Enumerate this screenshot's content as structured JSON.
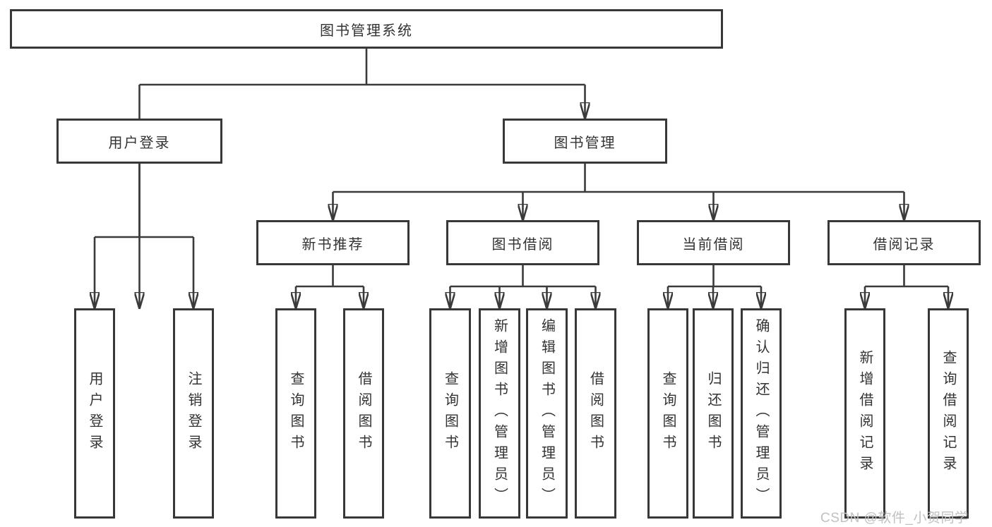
{
  "diagram": {
    "root": {
      "label": "图书管理系统"
    },
    "branches": [
      {
        "label": "用户登录"
      },
      {
        "label": "图书管理"
      }
    ],
    "modules": [
      {
        "label": "新书推荐"
      },
      {
        "label": "图书借阅"
      },
      {
        "label": "当前借阅"
      },
      {
        "label": "借阅记录"
      }
    ],
    "leaves": {
      "login": [
        {
          "label": "用户登录"
        },
        {
          "label": "注销登录"
        }
      ],
      "recommend": [
        {
          "label": "查询图书"
        },
        {
          "label": "借阅图书"
        }
      ],
      "borrow": [
        {
          "label": "查询图书"
        },
        {
          "label": "新增图书（管理员）"
        },
        {
          "label": "编辑图书（管理员）"
        },
        {
          "label": "借阅图书"
        }
      ],
      "current": [
        {
          "label": "查询图书"
        },
        {
          "label": "归还图书"
        },
        {
          "label": "确认归还（管理员）"
        }
      ],
      "records": [
        {
          "label": "新增借阅记录"
        },
        {
          "label": "查询借阅记录"
        }
      ]
    },
    "watermark": "CSDN @软件_小贺同学"
  },
  "colors": {
    "line": "#3a3a3a",
    "text": "#333333",
    "watermark": "#c2c1c1",
    "background": "#ffffff"
  }
}
